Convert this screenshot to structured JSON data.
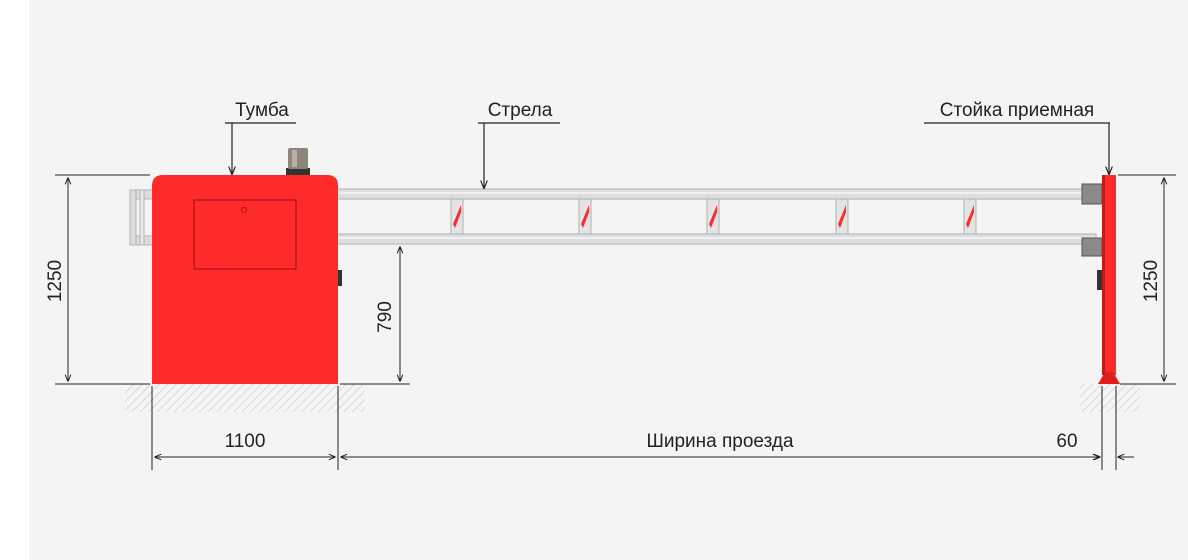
{
  "labels": {
    "cabinet": "Тумба",
    "boom": "Стрела",
    "receiving_post": "Стойка приемная"
  },
  "dimensions": {
    "cabinet_height": "1250",
    "boom_height": "790",
    "post_height": "1250",
    "cabinet_width": "1100",
    "passage_width": "Ширина проезда",
    "post_width": "60"
  },
  "colors": {
    "body_red": "#ff2a2a",
    "boom_grey": "#dcdcdc",
    "background": "#f4f4f4"
  }
}
